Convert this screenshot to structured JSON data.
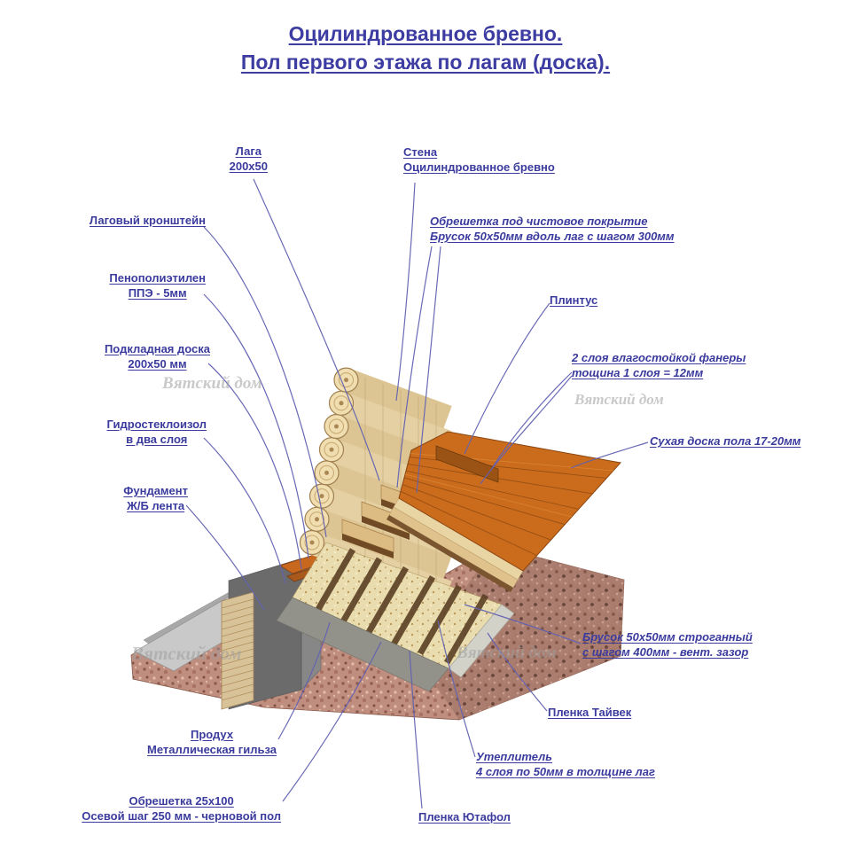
{
  "title": {
    "line1": "Оцилиндрованное бревно.",
    "line2": "Пол первого этажа по лагам (доска)."
  },
  "watermark": {
    "text": "Вятский дом"
  },
  "labels": {
    "laga": {
      "lines": [
        "Лага",
        "200х50"
      ]
    },
    "stena": {
      "lines": [
        "Стена",
        "Оцилиндрованное бревно"
      ]
    },
    "lagovyy_kronshteyn": {
      "lines": [
        "Лаговый кронштейн"
      ]
    },
    "obreshetka_chistovaya": {
      "lines": [
        "Обрешетка под чистовое покрытие",
        "Брусок 50х50мм вдоль лаг с шагом 300мм"
      ]
    },
    "penopolietilen": {
      "lines": [
        "Пенополиэтилен",
        "ППЭ - 5мм"
      ]
    },
    "plintus": {
      "lines": [
        "Плинтус"
      ]
    },
    "podkladnaya_doska": {
      "lines": [
        "Подкладная доска",
        "200х50 мм"
      ]
    },
    "fanera": {
      "lines": [
        "2 слоя влагостойкой фанеры",
        "тощина 1 слоя = 12мм"
      ]
    },
    "gidrosteklorizol": {
      "lines": [
        "Гидростеклоизол",
        "в два слоя"
      ]
    },
    "sukhaya_doska": {
      "lines": [
        "Сухая доска пола 17-20мм"
      ]
    },
    "fundament": {
      "lines": [
        "Фундамент",
        "Ж/Б лента"
      ]
    },
    "brusok_vent": {
      "lines": [
        "Брусок 50х50мм строганный",
        "с шагом 400мм - вент. зазор"
      ]
    },
    "plenka_tyvek": {
      "lines": [
        "Пленка Тайвек"
      ]
    },
    "produkh": {
      "lines": [
        "Продух",
        "Металлическая гильза"
      ]
    },
    "uteplitel": {
      "lines": [
        "Утеплитель",
        "4 слоя по 50мм в толщине лаг"
      ]
    },
    "obreshetka_chernovoy": {
      "lines": [
        "Обрешетка 25х100",
        "Осевой шаг 250 мм - черновой пол"
      ]
    },
    "plenka_yutafol": {
      "lines": [
        "Пленка Ютафол"
      ]
    }
  },
  "colors": {
    "label_text": "#3b3b9e",
    "leader_line": "#6262b2",
    "log_wood": "#e5d0a3",
    "floor_boards": "#cb6c1c",
    "soil": "#c08e7f",
    "concrete": "#6b6b6b",
    "insulation": "#e9dcae"
  }
}
